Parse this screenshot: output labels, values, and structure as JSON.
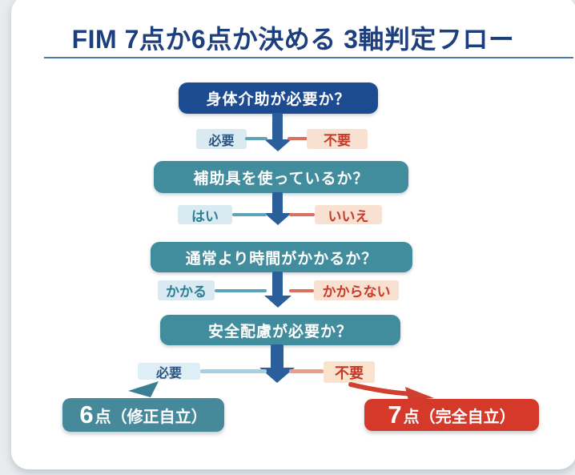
{
  "title": {
    "text": "FIM 7点か6点か決める 3軸判定フロー"
  },
  "steps": [
    {
      "question": "身体介助が必要か？",
      "left_label": "必要",
      "right_label": "不要"
    },
    {
      "question": "補助具を使っているか？",
      "left_label": "はい",
      "right_label": "いいえ"
    },
    {
      "question": "通常より時間がかかるか？",
      "left_label": "かかる",
      "right_label": "かからない"
    },
    {
      "question": "安全配慮が必要か？",
      "left_label": "必要",
      "right_label": "不要"
    }
  ],
  "results": {
    "six": {
      "num": "6",
      "label": "点（修正自立）"
    },
    "seven": {
      "num": "7",
      "label": "点（完全自立）"
    }
  },
  "colors": {
    "title_text": "#1e3f7d",
    "title_underline": "#4c79ae",
    "first_question_box": "#1d4b92",
    "question_box_teal": "#418d9e",
    "arrow_blue": "#2a5f9c",
    "yes_tag_bg": "#d9eaf3",
    "yes_tag_text": "#2e7d93",
    "no_tag_bg": "#f9e1d1",
    "no_tag_text": "#c63a28",
    "left_line": "#5ea3b8",
    "right_line": "#d9705c",
    "result_six_bg": "#46899b",
    "result_seven_bg": "#d4392a",
    "card_bg": "#ffffff",
    "page_bg": "#e9ecef"
  }
}
